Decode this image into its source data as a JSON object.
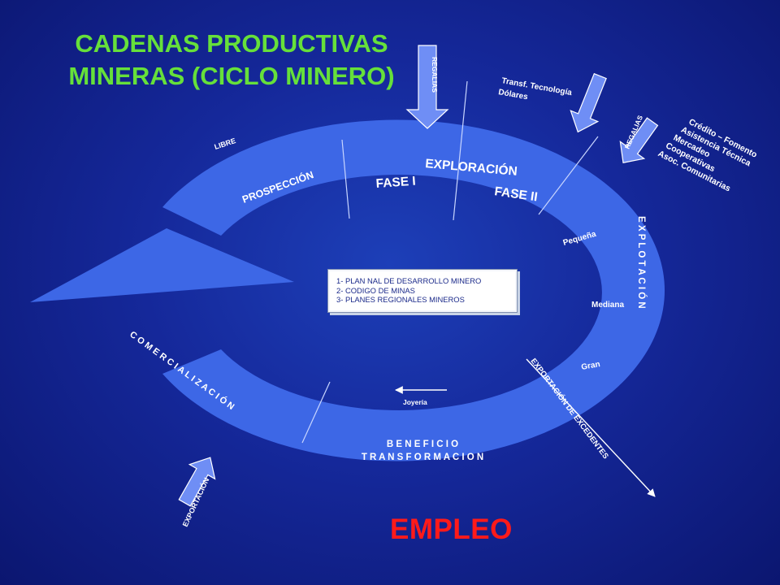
{
  "title": {
    "line1": "CADENAS PRODUCTIVAS",
    "line2": "MINERAS (CICLO MINERO)"
  },
  "footer": "EMPLEO",
  "cycle_stages": {
    "prospeccion": "PROSPECCIÓN",
    "exploracion": "EXPLORACIÓN",
    "fase1": "FASE I",
    "fase2": "FASE II",
    "explotacion": "E X P L O T A C I Ó N",
    "beneficio": "B E N E F I C I O",
    "transformacion": "T R A N S F O R M A C I O N",
    "comercializacion": "C O M E R C I A L I Z A C I Ó N"
  },
  "scales": {
    "pequena": "Pequeña",
    "mediana": "Mediana",
    "gran": "Gran"
  },
  "labels": {
    "libre": "LIBRE",
    "regalias_top": "REGALIAS",
    "regalias_right": "REGALIAS",
    "transf_line1": "Transf. Tecnología",
    "transf_line2": "Dólares",
    "exportacion": "EXPORTACIÓN",
    "exportacion_excedentes": "EXPORTACIÓN DE EXCEDENTES",
    "joyeria": "Joyería"
  },
  "support_list": [
    "Crédito – Fomento",
    "Asistencia Técnica",
    "Mercadeo",
    "Cooperativas",
    "Asoc. Comunitarias"
  ],
  "plan_items": [
    "1- PLAN NAL DE DESARROLLO MINERO",
    "2- CODIGO DE MINAS",
    "3- PLANES REGIONALES MINEROS"
  ],
  "colors": {
    "ring": "#3d67e6",
    "arrow": "#6f8ef5",
    "title": "#66e03a",
    "footer": "#ff1a1a",
    "text": "#ffffff"
  }
}
